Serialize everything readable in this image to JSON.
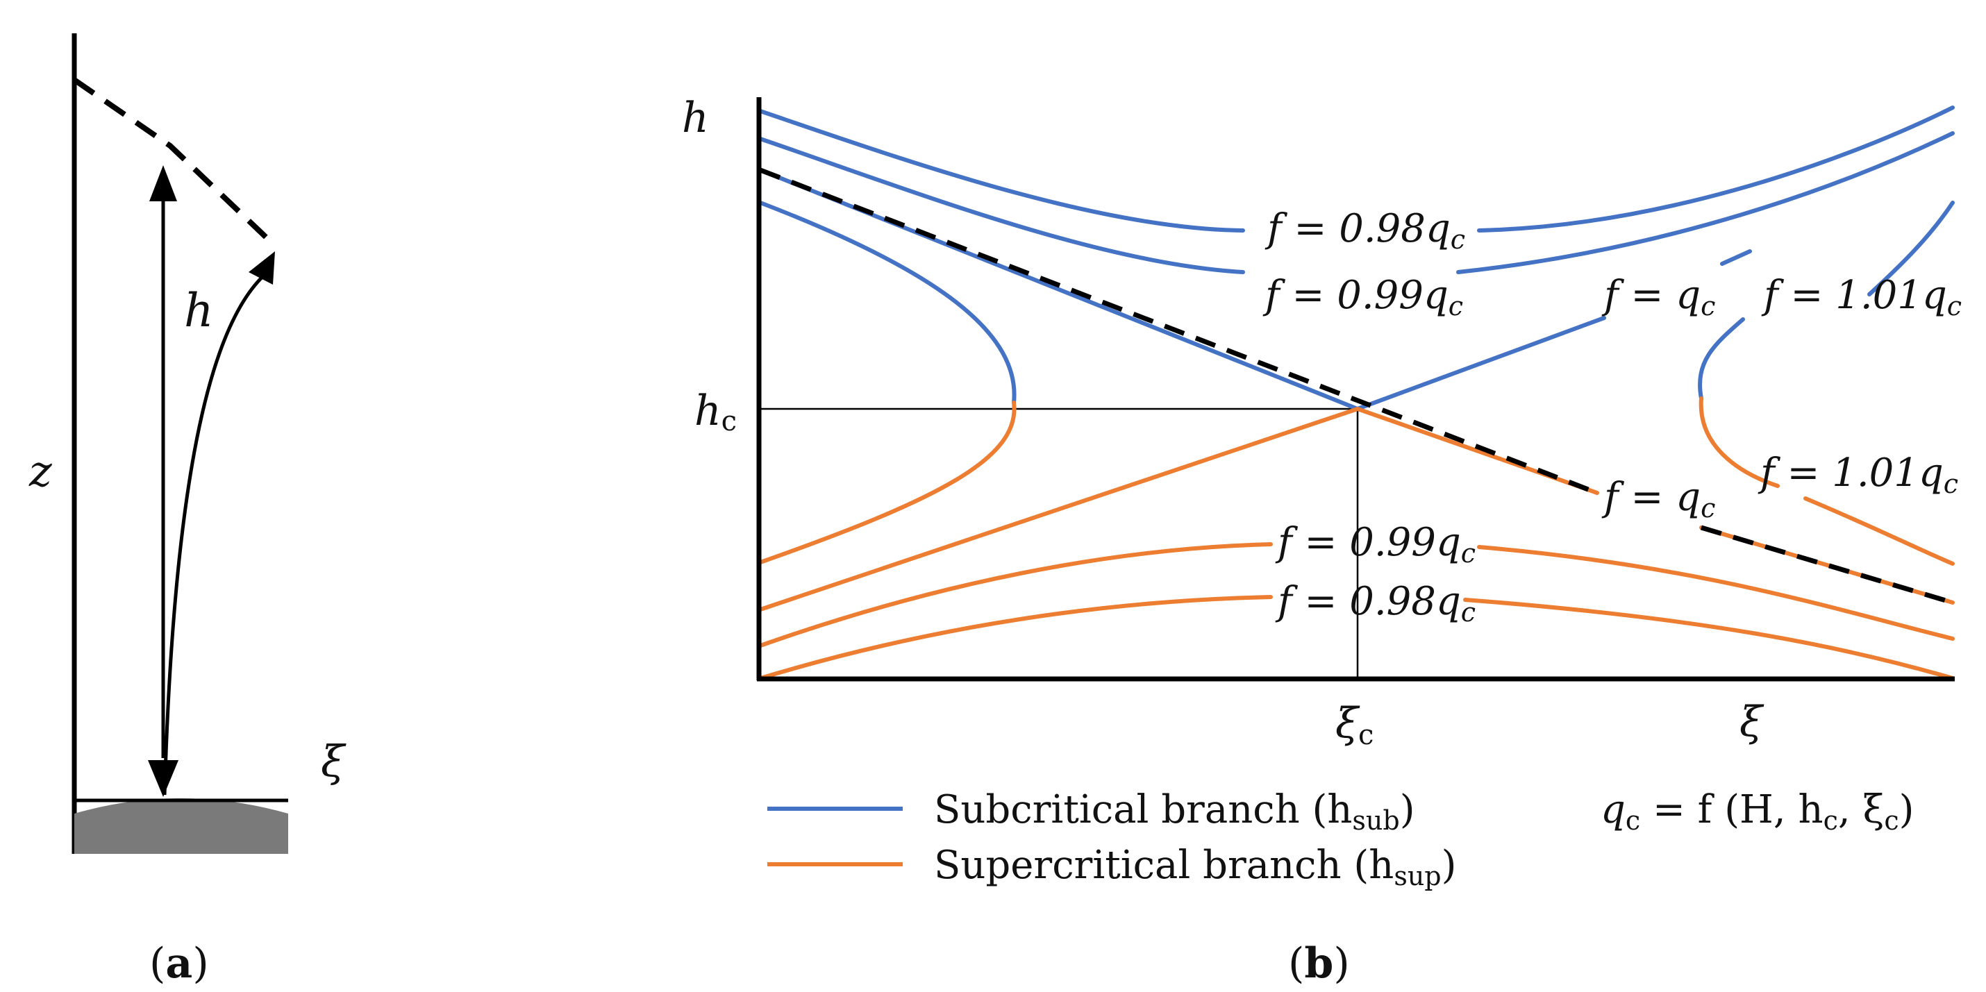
{
  "panel_a": {
    "caption_open": "(",
    "caption_letter": "a",
    "caption_close": ")",
    "z_label": "z",
    "h_label": "h",
    "xi_label": "ξ"
  },
  "panel_b": {
    "caption_open": "(",
    "caption_letter": "b",
    "caption_close": ")",
    "y_axis_label": "h",
    "hc_main": "h",
    "hc_sub": "c",
    "x_axis_label": "ξ",
    "xic_main": "ξ",
    "xic_sub": "c",
    "curve_labels": {
      "f098_top": "f = 0.98q",
      "f099_top": "f = 0.99q",
      "fq_top": "f = q",
      "f101_top": "f = 1.01q",
      "f101_bottom": "f = 1.01q",
      "fq_bottom": "f = q",
      "f099_bottom": "f = 0.99q",
      "f098_bottom": "f = 0.98q",
      "c_sub": "c"
    },
    "legend": {
      "subcritical_text": "Subcritical branch (h",
      "subcritical_sub": "sub",
      "supercritical_text": "Supercritical branch (h",
      "supercritical_sub": "sup",
      "close_paren": ")"
    },
    "formula": {
      "q": "q",
      "q_sub": "c",
      "eq": " = f (H, h",
      "h_sub": "c",
      "comma": ", ξ",
      "xi_sub": "c",
      "close": ")"
    },
    "colors": {
      "subcritical": "#4472c4",
      "supercritical": "#ed7d31",
      "critical_line": "#000000"
    }
  }
}
